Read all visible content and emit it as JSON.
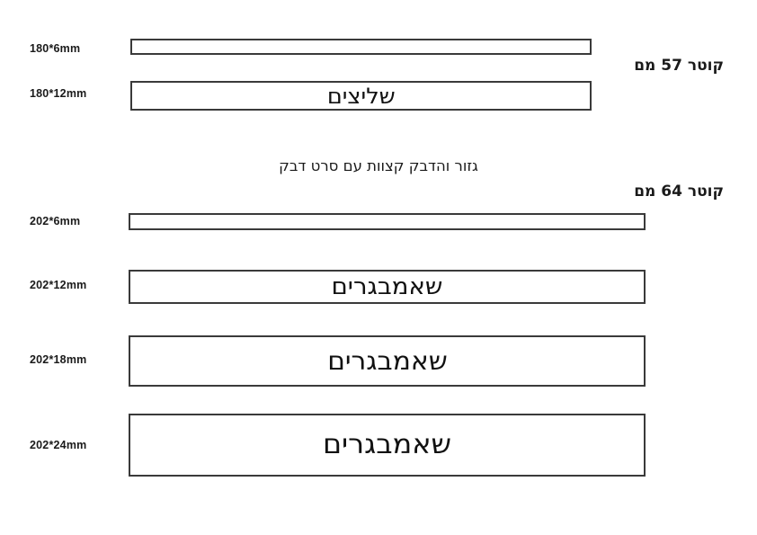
{
  "page": {
    "background_color": "#ffffff",
    "border_color": "#3a3a3a",
    "text_color": "#1a1a1a"
  },
  "groups": [
    {
      "caption": "קוטר 57 מם",
      "strips": [
        {
          "label": "180*6mm",
          "word": ""
        },
        {
          "label": "180*12mm",
          "word": "שליצים"
        }
      ]
    },
    {
      "caption": "קוטר 64 מם",
      "strips": [
        {
          "label": "202*6mm",
          "word": ""
        },
        {
          "label": "202*12mm",
          "word": "שאמבגרים"
        },
        {
          "label": "202*18mm",
          "word": "שאמבגרים"
        },
        {
          "label": "202*24mm",
          "word": "שאמבגרים"
        }
      ]
    }
  ],
  "instruction": "גזור והדבק קצוות עם סרט דבק",
  "labels": {
    "l1": "180*6mm",
    "l2": "180*12mm",
    "l3": "202*6mm",
    "l4": "202*12mm",
    "l5": "202*18mm",
    "l6": "202*24mm"
  },
  "words": {
    "w2": "שליצים",
    "w4": "שאמבגרים",
    "w5": "שאמבגרים",
    "w6": "שאמבגרים"
  },
  "captions": {
    "c57": "קוטר 57 מם",
    "c64": "קוטר 64 מם"
  }
}
